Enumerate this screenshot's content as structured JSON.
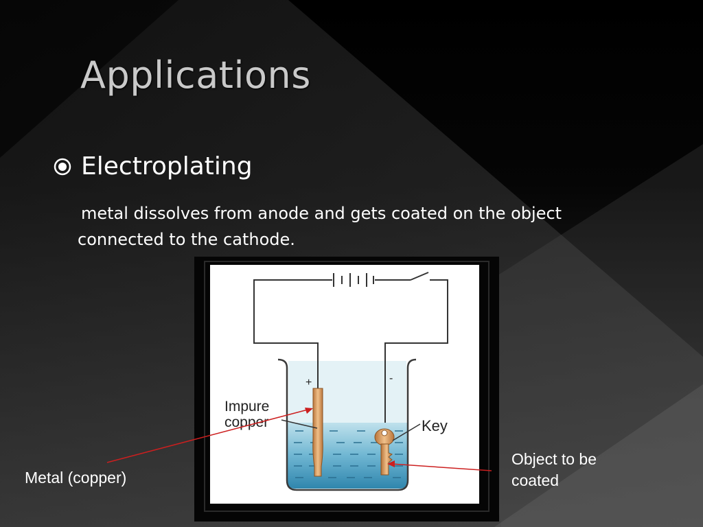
{
  "slide": {
    "title": "Applications",
    "bullet": "Electroplating",
    "body_line1": "metal dissolves from anode and gets coated on the object",
    "body_line2": "connected to the cathode."
  },
  "diagram": {
    "plus_sign": "+",
    "minus_sign": "-",
    "anode_label_line1": "Impure",
    "anode_label_line2": "copper",
    "cathode_label": "Key"
  },
  "callouts": {
    "left": "Metal (copper)",
    "right_line1": "Object to be",
    "right_line2": "coated"
  },
  "colors": {
    "background": "#000000",
    "title": "#c9c9c9",
    "text": "#ffffff",
    "arrow": "#cc1f1f",
    "electrolyte": "#5aa6c6",
    "copper": "#d9a066"
  }
}
